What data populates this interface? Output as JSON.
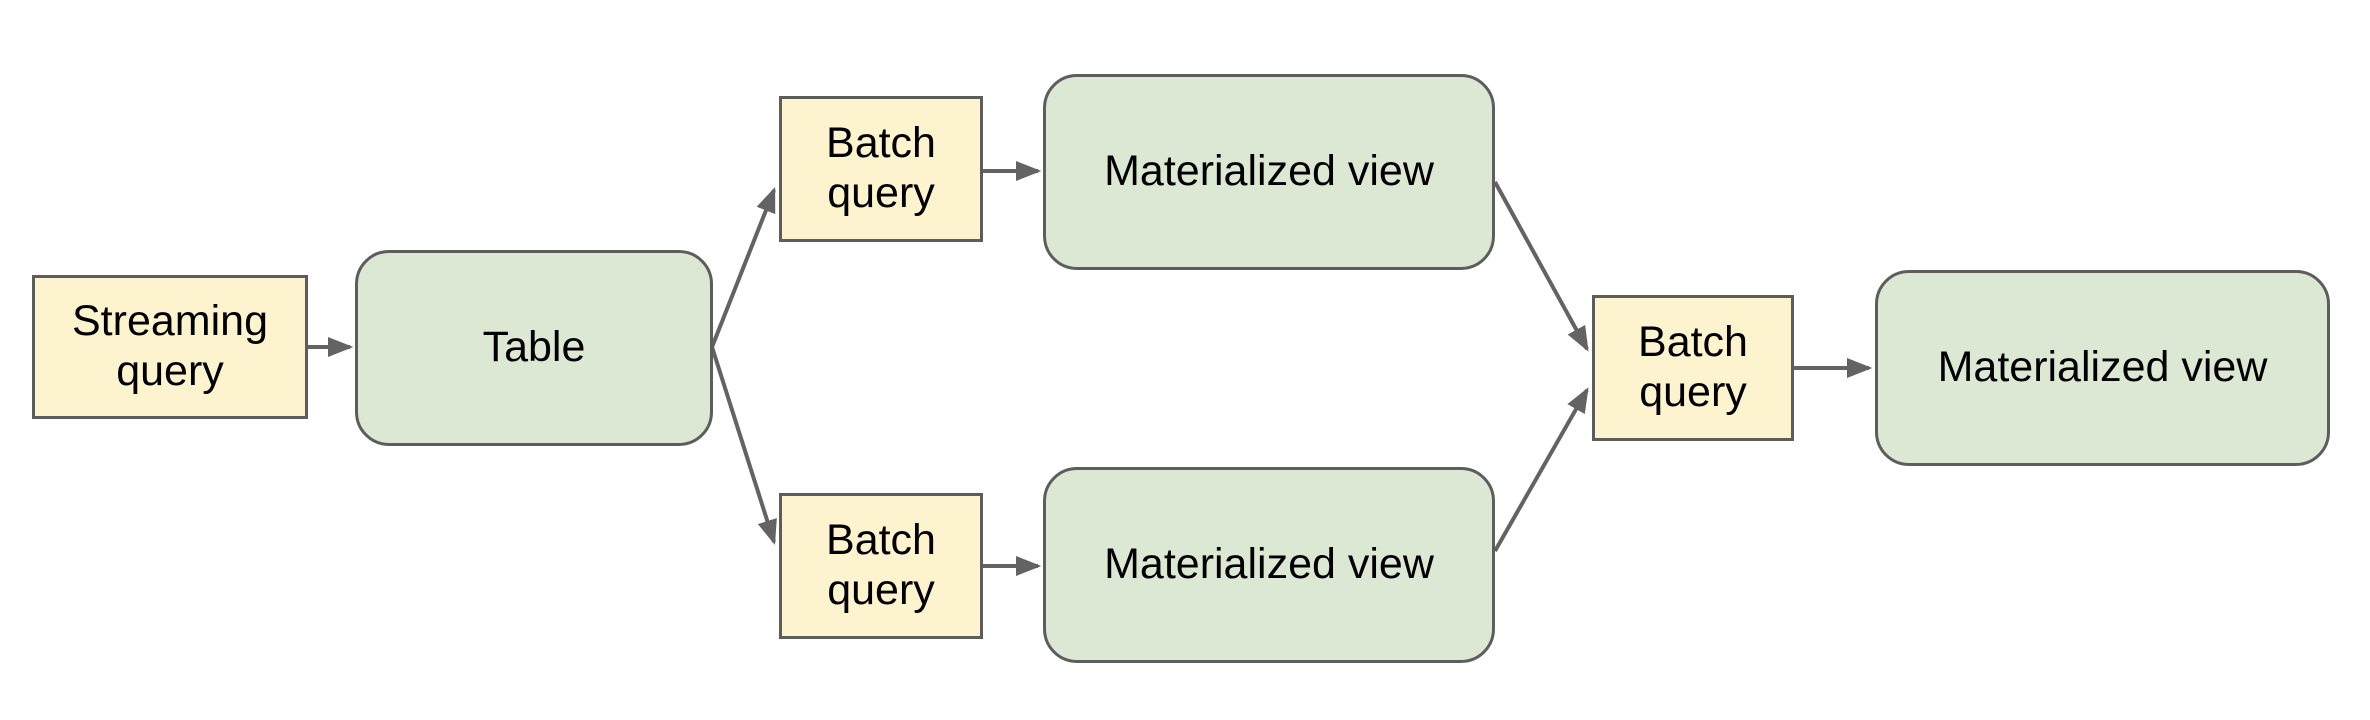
{
  "diagram": {
    "background_color": "#ffffff",
    "colors": {
      "query_fill": "#fdf3cf",
      "entity_fill": "#dde8d4",
      "node_border": "#5d5d5d",
      "arrow": "#636363",
      "text": "#000000"
    },
    "nodes": [
      {
        "id": "streaming-query",
        "label": "Streaming query",
        "shape": "rectangle",
        "fill": "yellow"
      },
      {
        "id": "table",
        "label": "Table",
        "shape": "rounded-rectangle",
        "fill": "green"
      },
      {
        "id": "batch-query-top",
        "label": "Batch query",
        "shape": "rectangle",
        "fill": "yellow"
      },
      {
        "id": "materialized-view-top",
        "label": "Materialized view",
        "shape": "rounded-rectangle",
        "fill": "green"
      },
      {
        "id": "batch-query-bottom",
        "label": "Batch query",
        "shape": "rectangle",
        "fill": "yellow"
      },
      {
        "id": "materialized-view-bottom",
        "label": "Materialized view",
        "shape": "rounded-rectangle",
        "fill": "green"
      },
      {
        "id": "batch-query-right",
        "label": "Batch query",
        "shape": "rectangle",
        "fill": "yellow"
      },
      {
        "id": "materialized-view-right",
        "label": "Materialized view",
        "shape": "rounded-rectangle",
        "fill": "green"
      }
    ],
    "edges": [
      {
        "from": "streaming-query",
        "to": "table"
      },
      {
        "from": "table",
        "to": "batch-query-top"
      },
      {
        "from": "table",
        "to": "batch-query-bottom"
      },
      {
        "from": "batch-query-top",
        "to": "materialized-view-top"
      },
      {
        "from": "batch-query-bottom",
        "to": "materialized-view-bottom"
      },
      {
        "from": "materialized-view-top",
        "to": "batch-query-right"
      },
      {
        "from": "materialized-view-bottom",
        "to": "batch-query-right"
      },
      {
        "from": "batch-query-right",
        "to": "materialized-view-right"
      }
    ]
  }
}
